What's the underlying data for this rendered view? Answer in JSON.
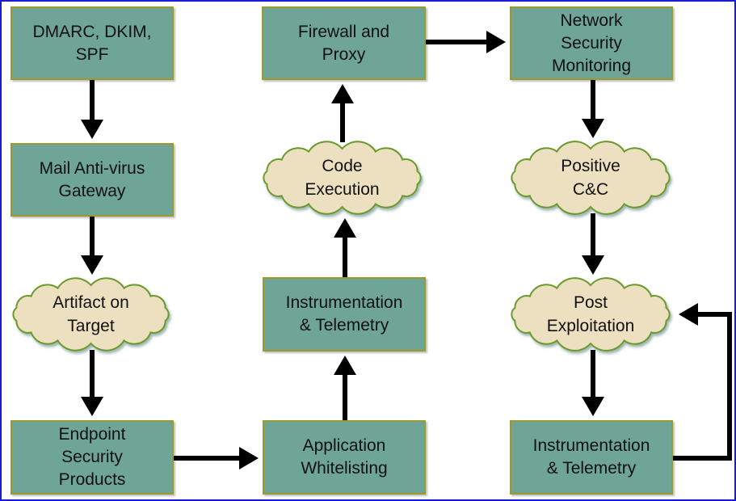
{
  "diagram": {
    "type": "flowchart",
    "colors": {
      "box_fill": "#6fa596",
      "box_border": "#9a9a2e",
      "cloud_fill": "#ede0c0",
      "cloud_border": "#6a9a2a",
      "arrow": "#000000",
      "frame_border": "#1a1adb"
    },
    "nodes": [
      {
        "id": "dmarc",
        "shape": "box",
        "label": "DMARC, DKIM,\nSPF"
      },
      {
        "id": "mailav",
        "shape": "box",
        "label": "Mail Anti-virus\nGateway"
      },
      {
        "id": "artifact",
        "shape": "cloud",
        "label": "Artifact on\nTarget"
      },
      {
        "id": "endpoint",
        "shape": "box",
        "label": "Endpoint\nSecurity\nProducts"
      },
      {
        "id": "appwl",
        "shape": "box",
        "label": "Application\nWhitelisting"
      },
      {
        "id": "instr1",
        "shape": "box",
        "label": "Instrumentation\n& Telemetry"
      },
      {
        "id": "codeexec",
        "shape": "cloud",
        "label": "Code\nExecution"
      },
      {
        "id": "firewall",
        "shape": "box",
        "label": "Firewall and\nProxy"
      },
      {
        "id": "nsm",
        "shape": "box",
        "label": "Network\nSecurity\nMonitoring"
      },
      {
        "id": "cnc",
        "shape": "cloud",
        "label": "Positive\nC&C"
      },
      {
        "id": "postexp",
        "shape": "cloud",
        "label": "Post\nExploitation"
      },
      {
        "id": "instr2",
        "shape": "box",
        "label": "Instrumentation\n& Telemetry"
      }
    ],
    "edges": [
      {
        "from": "dmarc",
        "to": "mailav"
      },
      {
        "from": "mailav",
        "to": "artifact"
      },
      {
        "from": "artifact",
        "to": "endpoint"
      },
      {
        "from": "endpoint",
        "to": "appwl"
      },
      {
        "from": "appwl",
        "to": "instr1"
      },
      {
        "from": "instr1",
        "to": "codeexec"
      },
      {
        "from": "codeexec",
        "to": "firewall"
      },
      {
        "from": "firewall",
        "to": "nsm"
      },
      {
        "from": "nsm",
        "to": "cnc"
      },
      {
        "from": "cnc",
        "to": "postexp"
      },
      {
        "from": "postexp",
        "to": "instr2"
      },
      {
        "from": "instr2",
        "to": "postexp"
      }
    ]
  }
}
